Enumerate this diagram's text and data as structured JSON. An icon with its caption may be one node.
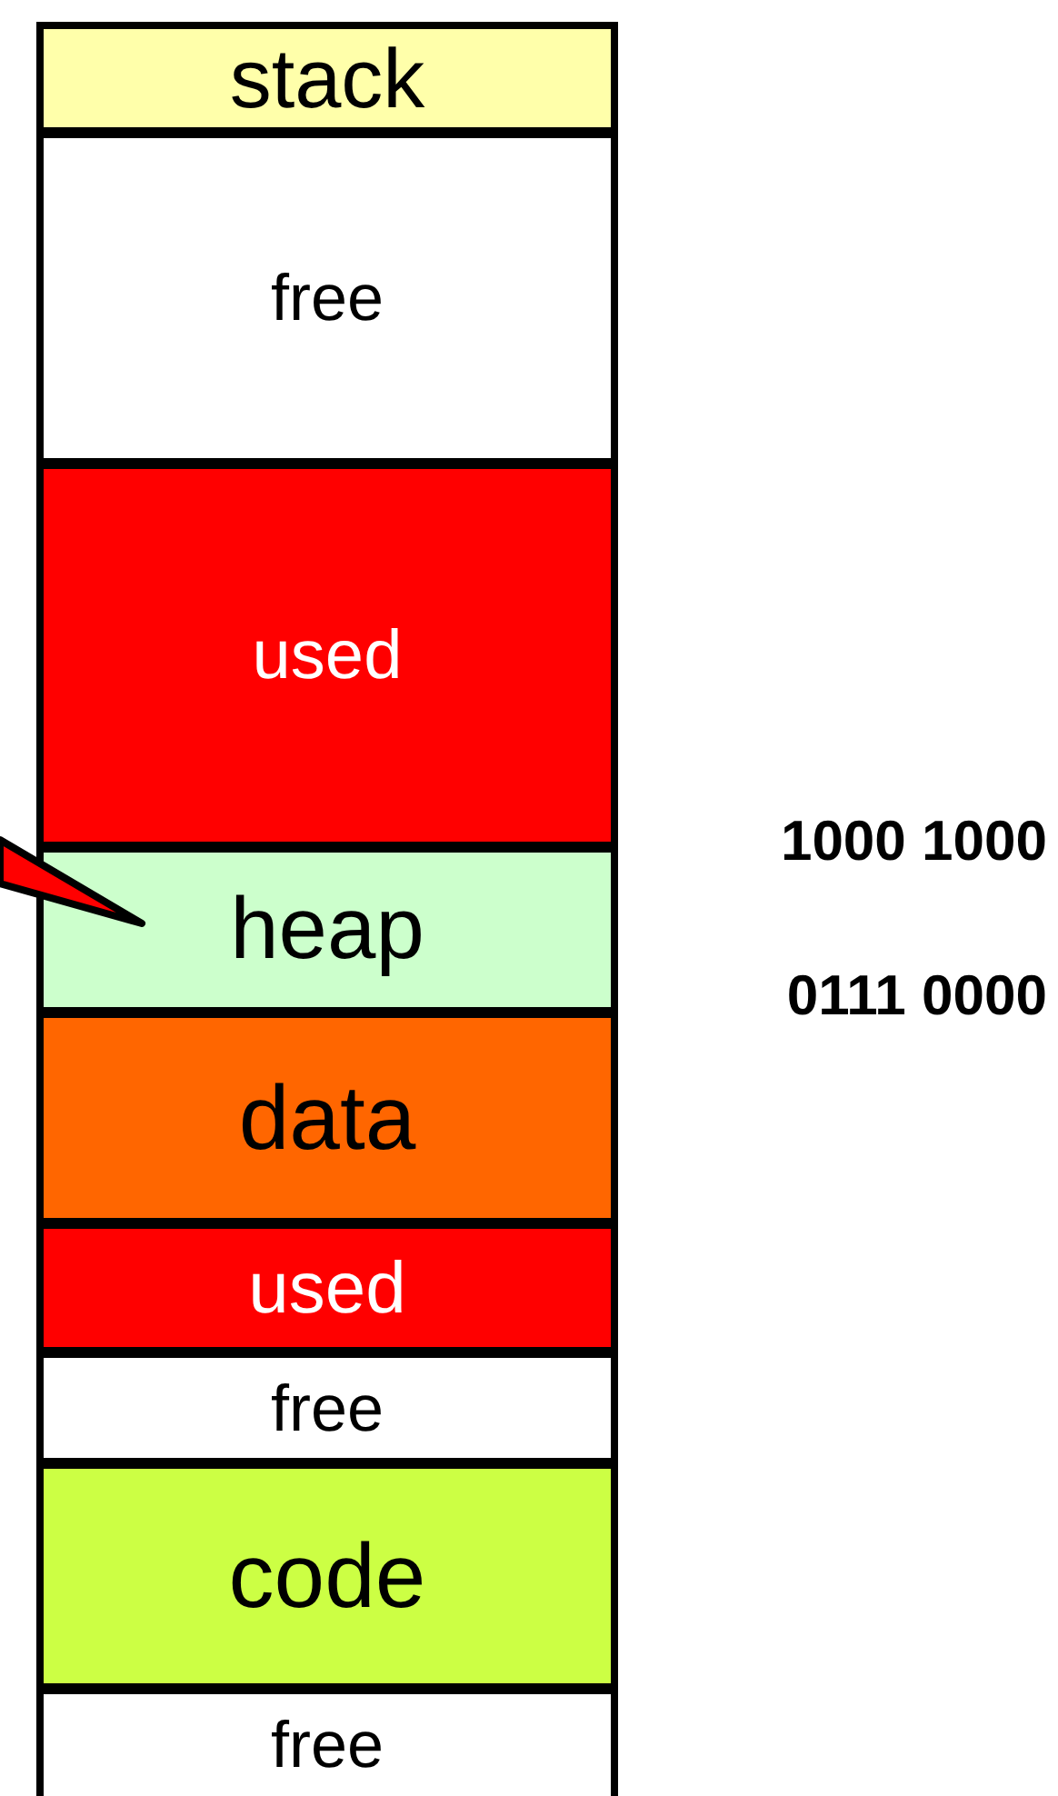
{
  "diagram": {
    "nodes": [
      {
        "text": [
          "stack"
        ]
      },
      {
        "text": [
          "free"
        ]
      },
      {
        "text": [
          "used"
        ]
      },
      {
        "text": [
          "heap"
        ]
      },
      {
        "text": [
          "data"
        ]
      },
      {
        "text": [
          "used"
        ]
      },
      {
        "text": [
          "free"
        ]
      },
      {
        "text": [
          "code"
        ]
      },
      {
        "text": [
          "free"
        ]
      }
    ],
    "edges": [
      {
        "from": null,
        "to": 3,
        "arrow": "to",
        "style": "thick",
        "color": "#ff0000"
      }
    ],
    "labels": [
      "1000 1000",
      "0111 0000"
    ]
  }
}
